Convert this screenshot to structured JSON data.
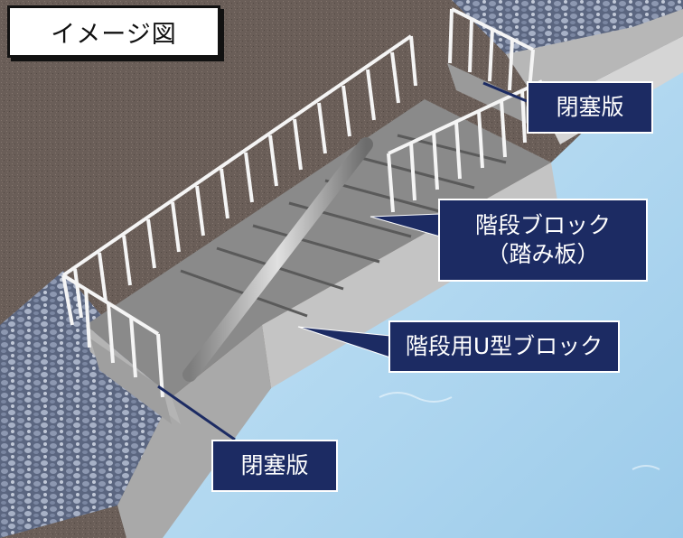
{
  "title": "イメージ図",
  "labels": {
    "closure_top": "閉塞版",
    "step_block_line1": "階段ブロック",
    "step_block_line2": "（踏み板）",
    "u_block": "階段用U型ブロック",
    "closure_bottom": "閉塞版"
  },
  "colors": {
    "callout_bg": "#1c2b63",
    "callout_text": "#ffffff",
    "water": "#a9d3ee",
    "concrete": "#9c9c9c",
    "gravel": "#6f7d99",
    "ground": "#6b5f5a"
  }
}
